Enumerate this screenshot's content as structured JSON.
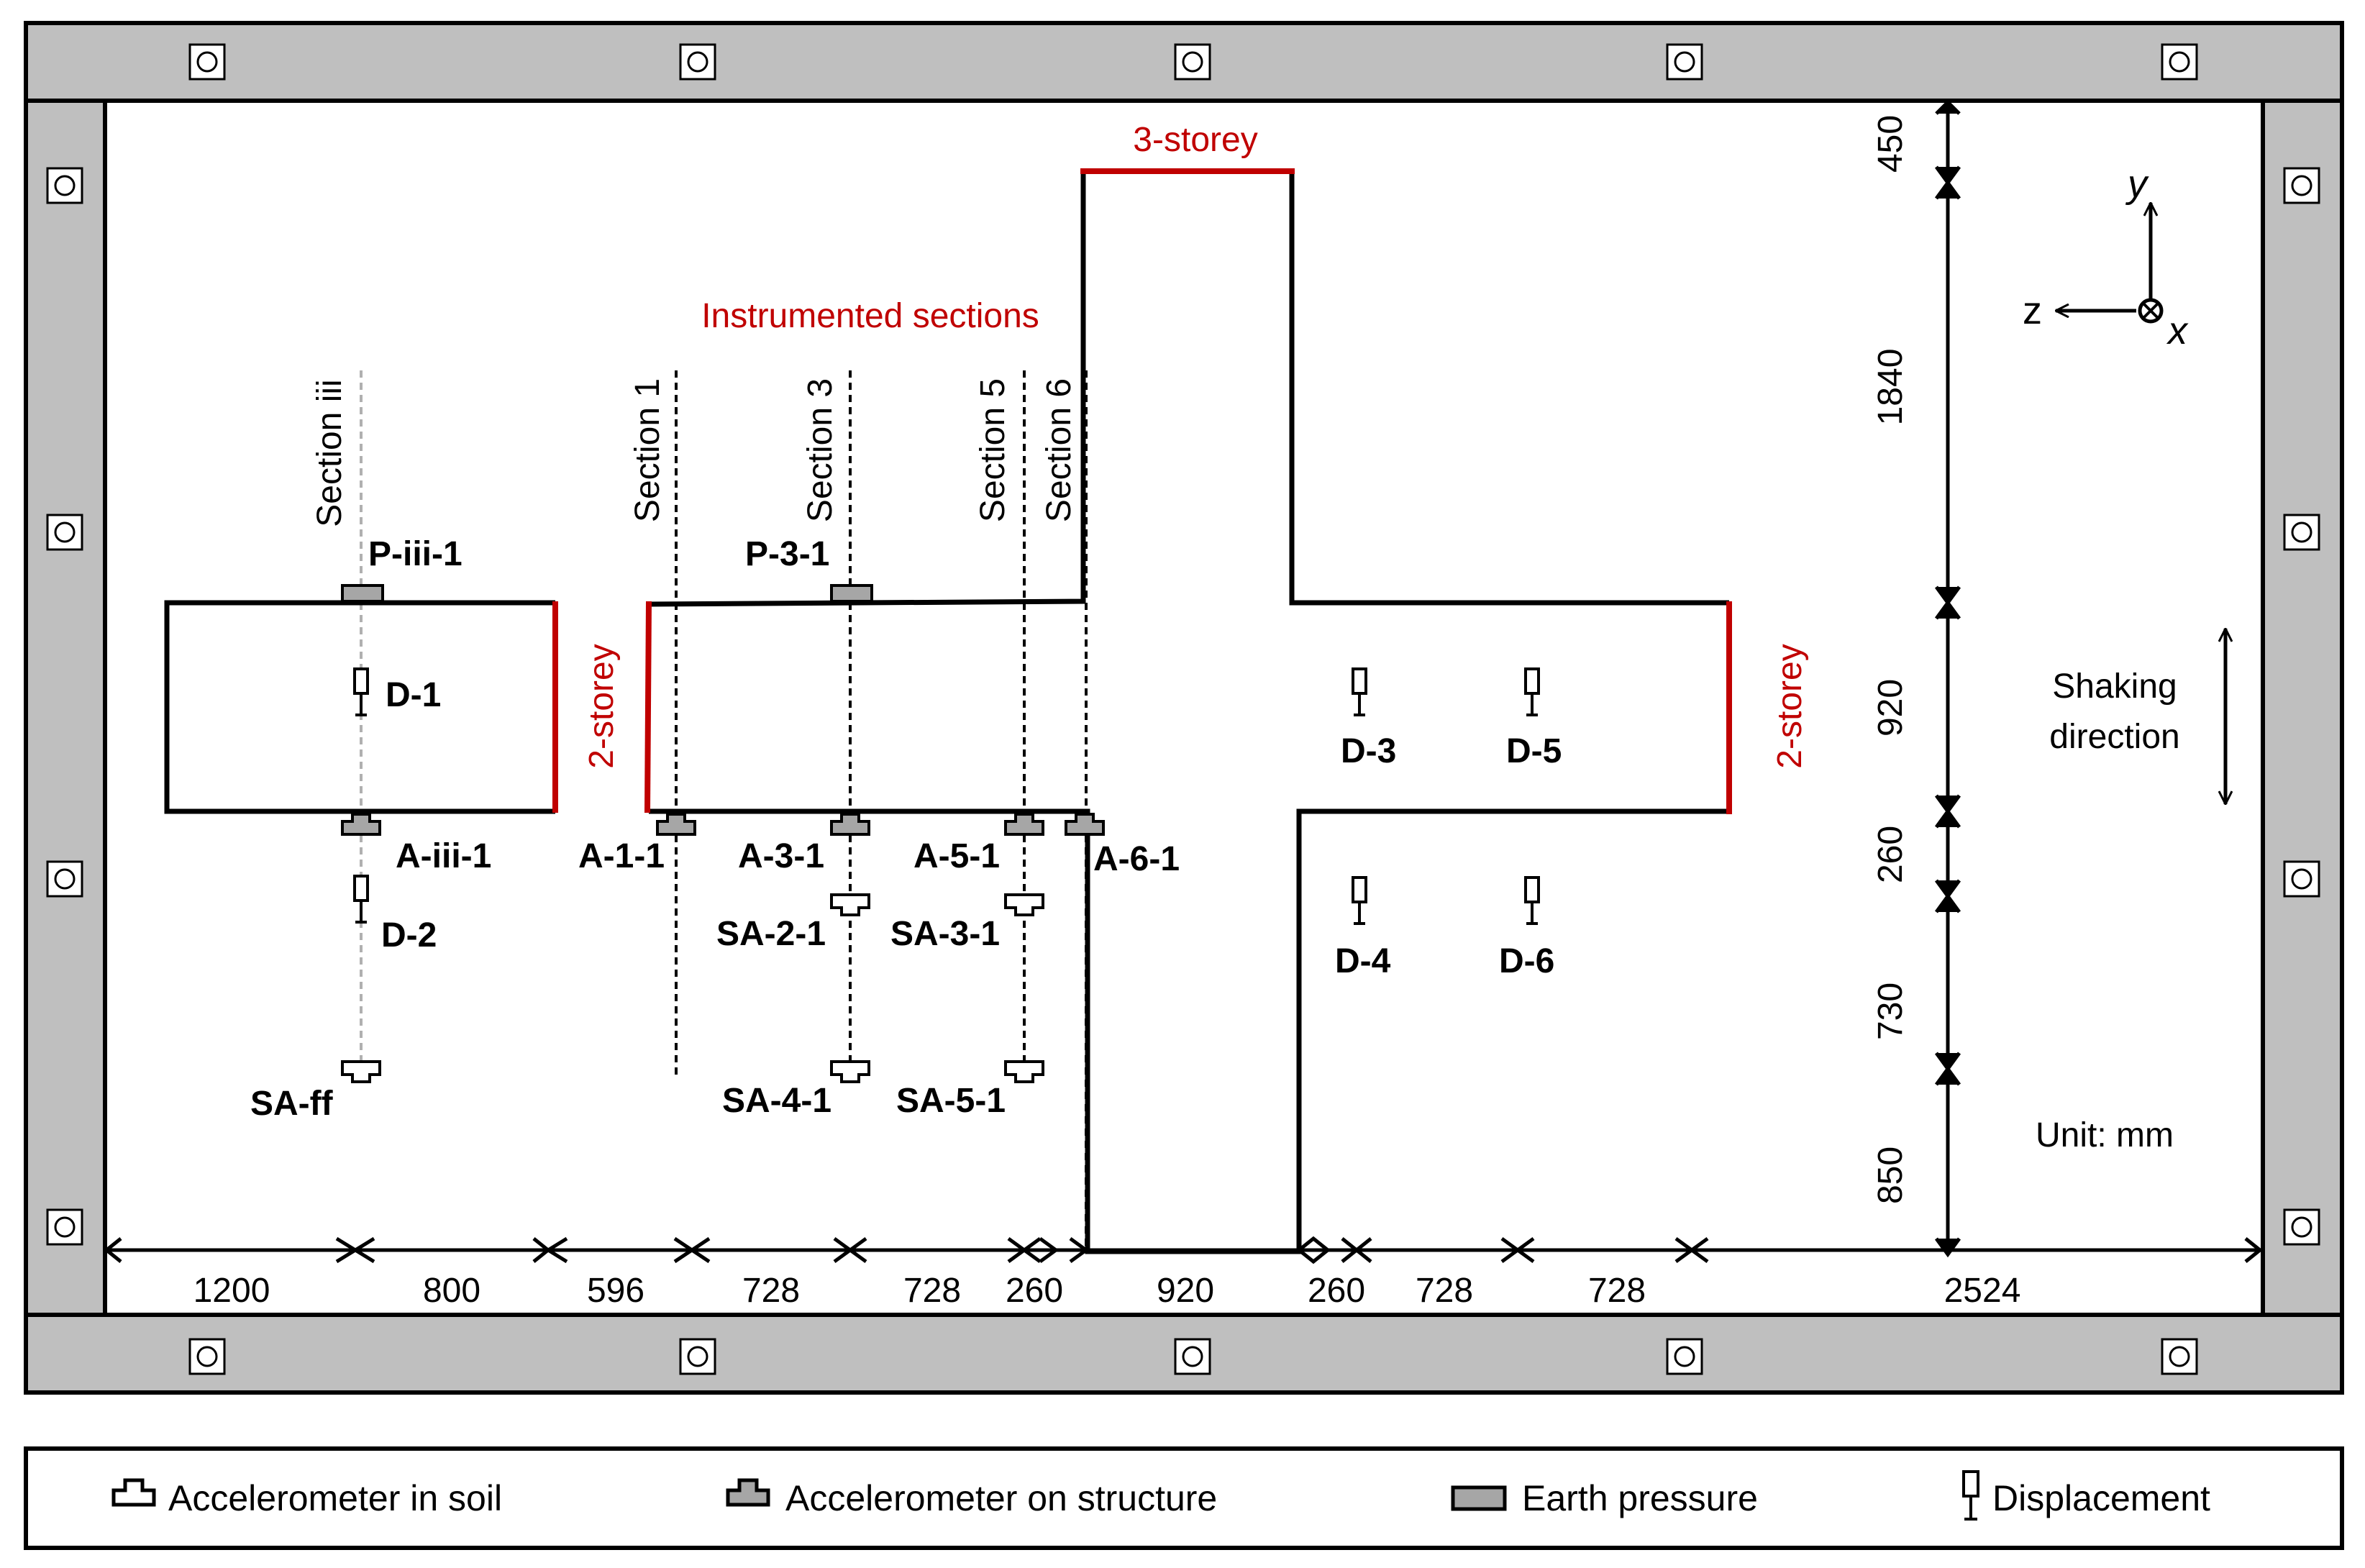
{
  "colors": {
    "frame_gray": "#bfbfbf",
    "structure_red": "#c00000",
    "sensor_gray": "#a6a6a6"
  },
  "labels": {
    "three_storey": "3-storey",
    "two_storey_left": "2-storey",
    "two_storey_right": "2-storey",
    "instrumented_sections": "Instrumented sections",
    "shaking_direction_line1": "Shaking",
    "shaking_direction_line2": "direction",
    "unit": "Unit: mm"
  },
  "axes": {
    "y": "y",
    "z": "z",
    "x": "x"
  },
  "sections": {
    "iii": "Section iii",
    "s1": "Section 1",
    "s3": "Section 3",
    "s5": "Section 5",
    "s6": "Section 6"
  },
  "sensors": {
    "p_iii_1": "P-iii-1",
    "p_3_1": "P-3-1",
    "d_1": "D-1",
    "d_2": "D-2",
    "d_3": "D-3",
    "d_4": "D-4",
    "d_5": "D-5",
    "d_6": "D-6",
    "a_iii_1": "A-iii-1",
    "a_1_1": "A-1-1",
    "a_3_1": "A-3-1",
    "a_5_1": "A-5-1",
    "a_6_1": "A-6-1",
    "sa_2_1": "SA-2-1",
    "sa_3_1": "SA-3-1",
    "sa_4_1": "SA-4-1",
    "sa_5_1": "SA-5-1",
    "sa_ff": "SA-ff"
  },
  "dimensions": {
    "horizontal": [
      "1200",
      "800",
      "596",
      "728",
      "728",
      "260",
      "920",
      "260",
      "728",
      "728",
      "2524"
    ],
    "vertical": [
      "450",
      "1840",
      "920",
      "260",
      "730",
      "850"
    ]
  },
  "legend": {
    "soil_accel": "Accelerometer in soil",
    "struct_accel": "Accelerometer on structure",
    "earth_pressure": "Earth pressure",
    "displacement": "Displacement"
  }
}
